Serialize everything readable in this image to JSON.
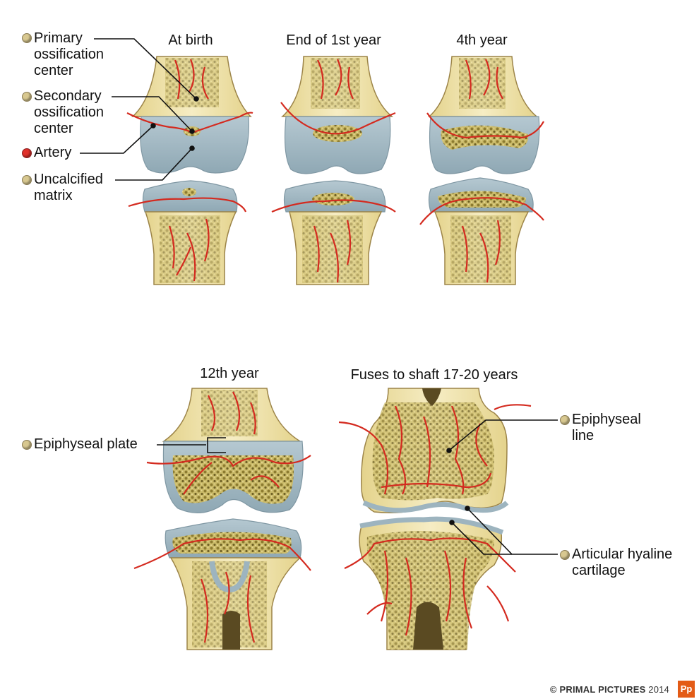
{
  "stages": {
    "birth": "At birth",
    "first_year": "End of 1st year",
    "fourth_year": "4th year",
    "twelfth_year": "12th year",
    "fuses": "Fuses to shaft 17-20 years"
  },
  "labels": {
    "primary": "Primary\nossification\ncenter",
    "secondary": "Secondary\nossification\ncenter",
    "artery": "Artery",
    "uncalcified": "Uncalcified\nmatrix",
    "epiphyseal_plate": "Epiphyseal plate",
    "epiphyseal_line": "Epiphyseal\nline",
    "articular": "Articular hyaline\ncartilage"
  },
  "credit": {
    "text": "© PRIMAL PICTURES",
    "year": "2014",
    "logo": "Pp"
  },
  "colors": {
    "bone": "#eee2a6",
    "bone_edge": "#9c8448",
    "cartilage": "#9db4bf",
    "cartilage_edge": "#7f97a3",
    "spongy": "#a5933f",
    "artery": "#d42a1f",
    "marrow": "#5a4a22",
    "dot_tan": "#d8c890",
    "dot_red": "#e0302a"
  },
  "icons": {
    "bullet": "bullet-dot-icon",
    "logo": "primal-pictures-logo-icon"
  }
}
